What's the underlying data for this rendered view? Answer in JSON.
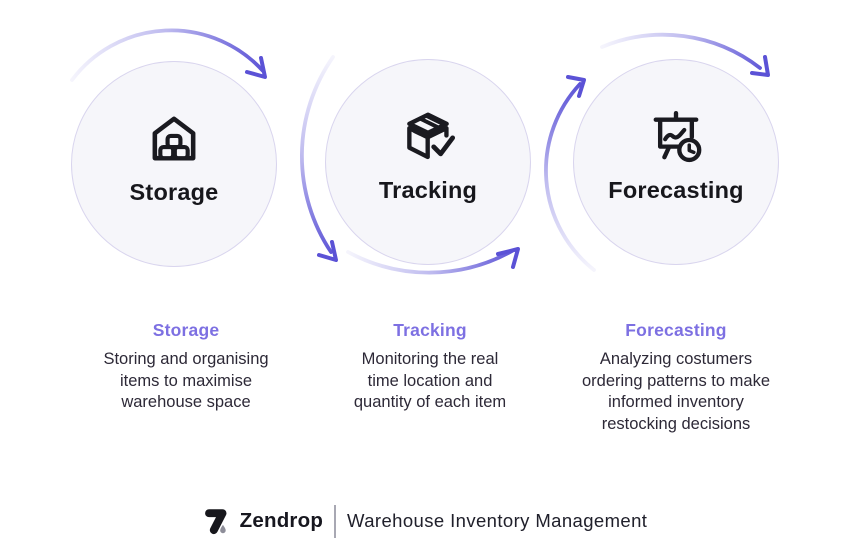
{
  "steps": [
    {
      "id": "storage",
      "icon": "warehouse-icon",
      "circle_label": "Storage",
      "heading": "Storage",
      "description": "Storing and organising\nitems to maximise\nwarehouse space"
    },
    {
      "id": "tracking",
      "icon": "package-check-icon",
      "circle_label": "Tracking",
      "heading": "Tracking",
      "description": "Monitoring the real\ntime location and\nquantity of each item"
    },
    {
      "id": "forecasting",
      "icon": "presentation-forecast-icon",
      "circle_label": "Forecasting",
      "heading": "Forecasting",
      "description": "Analyzing costumers\nordering patterns to make\ninformed inventory\nrestocking decisions"
    }
  ],
  "footer": {
    "brand": "Zendrop",
    "title": "Warehouse Inventory Management"
  },
  "colors": {
    "arrow_purple": "#5b52d6",
    "heading_purple": "#7d70e2",
    "circle_fill": "#f6f6fa",
    "circle_border": "#d9d5ee",
    "body_text": "#2d2937",
    "icon_black": "#1a1a20"
  }
}
